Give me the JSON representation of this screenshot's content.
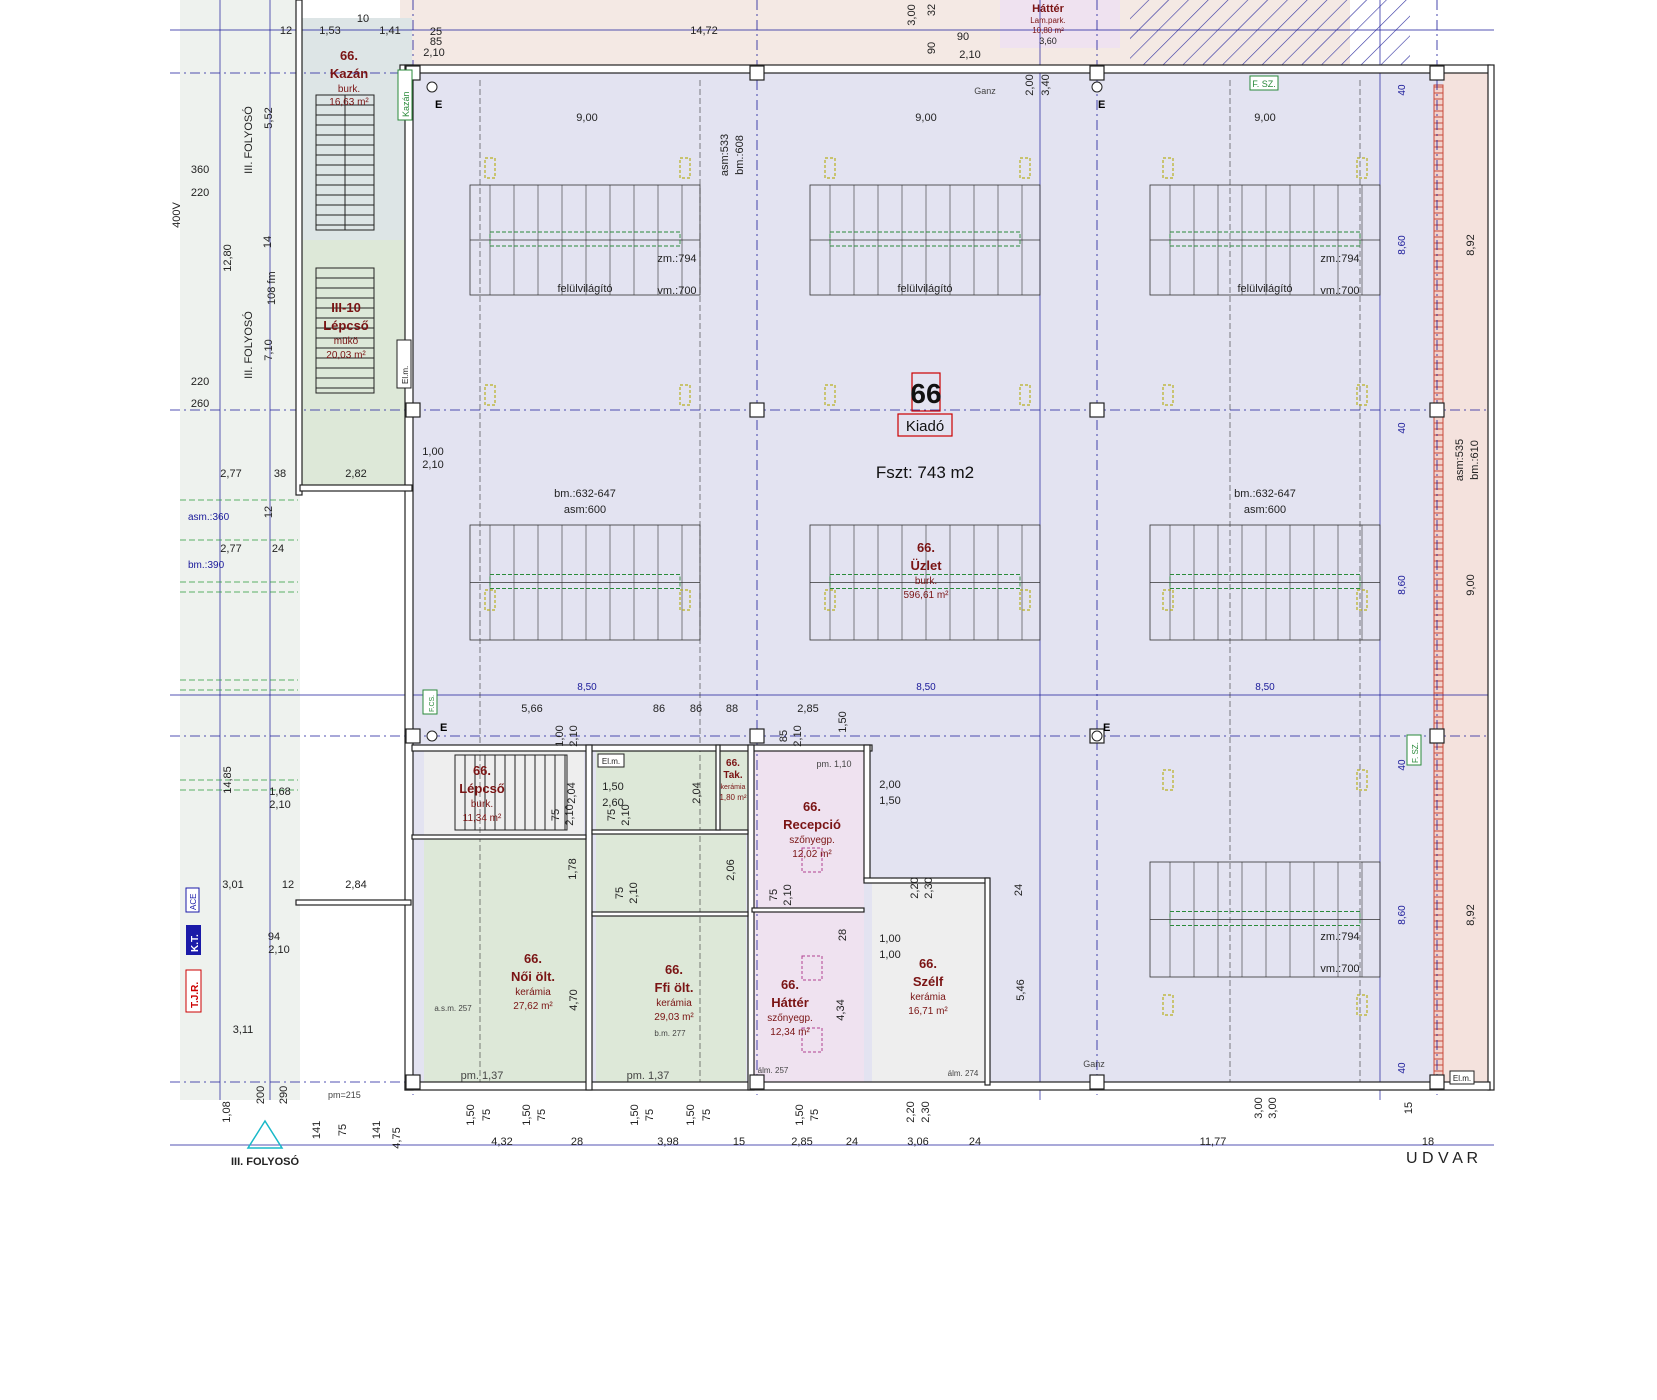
{
  "colors": {
    "main_hall": "#e3e3f1",
    "green_rooms": "#dde8d8",
    "pink_rooms": "#efe2f0",
    "corridor": "#eef2ee",
    "top_strip": "#f4e9e4",
    "grid_line": "#1a1a9a",
    "room_text": "#7a1414",
    "right_strip": "#f4e2dd",
    "hatch": "#3030a0"
  },
  "unit": {
    "number": "66",
    "status": "Kiadó",
    "area": "Fszt: 743 m2"
  },
  "rooms": {
    "kazan": {
      "num": "66.",
      "name": "Kazán",
      "floor": "burk.",
      "area": "16,63 m²"
    },
    "lepcso_upper": {
      "num": "III-10",
      "name": "Lépcső",
      "floor": "mükö",
      "area": "20,03 m²"
    },
    "uzlet": {
      "num": "66.",
      "name": "Üzlet",
      "floor": "burk.",
      "area": "596,61 m²"
    },
    "lepcso_lower": {
      "num": "66.",
      "name": "Lépcső",
      "floor": "burk.",
      "area": "11,34 m²"
    },
    "tak": {
      "num": "66.",
      "name": "Tak.",
      "floor": "kerámia",
      "area": "1,80 m²"
    },
    "recepcio": {
      "num": "66.",
      "name": "Recepció",
      "floor": "szőnyegp.",
      "area": "12,02 m²"
    },
    "noi": {
      "num": "66.",
      "name": "Női ölt.",
      "floor": "kerámia",
      "area": "27,62 m²"
    },
    "ffi": {
      "num": "66.",
      "name": "Ffi ölt.",
      "floor": "kerámia",
      "area": "29,03 m²"
    },
    "hatter_lower": {
      "num": "66.",
      "name": "Háttér",
      "floor": "szőnyegp.",
      "area": "12,34 m²"
    },
    "szelf": {
      "num": "66.",
      "name": "Szélf",
      "floor": "kerámia",
      "area": "16,71 m²"
    },
    "hatter_top": {
      "name": "Háttér",
      "floor": "Lam.park.",
      "area": "10,80 m²",
      "extra": "3,60"
    }
  },
  "corridors": {
    "left_upper": "III. FOLYOSÓ",
    "left_lower": "III. FOLYOSÓ",
    "bottom": "III. FOLYOSÓ"
  },
  "courtyard": "U D V A R",
  "labels": {
    "skylight": "felülvilágító",
    "zm": "zm.:794",
    "vm": "vm.:700",
    "bm_range": "bm.:632-647",
    "asm600": "asm:600",
    "asm533": "asm:533",
    "bm608": "bm.:608",
    "asm535": "asm:535",
    "bm610": "bm.:610",
    "ganz": "Ganz",
    "fsz": "F. SZ.",
    "elm": "El.m.",
    "e_marker": "E",
    "asm360": "asm.:360",
    "bm390": "bm.:390",
    "pm215": "pm=215",
    "kazan_tag": "Kazán",
    "kt": "K.T.",
    "tjr": "T.J.R.",
    "ace": "ACE",
    "fm108": "108 fm",
    "pm137": "pm. 1,37",
    "pm110": "pm. 1,10",
    "asm257": "a.s.m. 257",
    "bm277": "b.m. 277",
    "alm257": "álm. 257",
    "alm274": "álm. 274",
    "fcs": "F.CS."
  },
  "dims_top": {
    "d_12": "12",
    "d_153": "1,53",
    "d_10": "10",
    "d_141": "1,41",
    "d_25": "25",
    "d_85": "85",
    "d_210": "2,10",
    "d_1472": "14,72",
    "d_300": "3,00",
    "d_32": "32",
    "d_90": "90",
    "d_210b": "2,10",
    "d_90b": "90",
    "d_200": "2,00",
    "d_340": "3,40",
    "span1": "9,00",
    "span2": "9,00",
    "span3": "9,00"
  },
  "dims_mid": {
    "s1": "8,50",
    "s2": "8,50",
    "s3": "8,50",
    "d_566": "5,66",
    "d_86a": "86",
    "d_86b": "86",
    "d_88": "88",
    "d_285": "2,85",
    "d_100": "1,00",
    "d_210": "2,10",
    "d_85": "85",
    "d_210c": "2,10",
    "d_150": "1,50"
  },
  "dims_left": {
    "d_360": "360",
    "d_220": "220",
    "d_1280": "12,80",
    "d_552": "5,52",
    "d_710": "7,10",
    "d_220b": "220",
    "d_260": "260",
    "d_277": "2,77",
    "d_38": "38",
    "d_282": "2,82",
    "d_277b": "2,77",
    "d_24": "24",
    "d_1485": "14,85",
    "d_168": "1,68",
    "d_210": "2,10",
    "d_301": "3,01",
    "d_12": "12",
    "d_284": "2,84",
    "d_94": "94",
    "d_210b": "2,10",
    "d_311": "3,11",
    "d_108": "1,08",
    "d_200": "200",
    "d_290": "290",
    "d_400": "400V",
    "d_100": "1,00",
    "d_210c": "2,10",
    "d_14": "14",
    "d_12b": "12"
  },
  "dims_bottom": {
    "b_432": "4,32",
    "b_28": "28",
    "b_398": "3,98",
    "b_15": "15",
    "b_285": "2,85",
    "b_24": "24",
    "b_306": "3,06",
    "b_24b": "24",
    "b_1177": "11,77",
    "b_18": "18",
    "v_141": "141",
    "v_75": "75",
    "v_141b": "141",
    "v_475": "4,75",
    "v_150a": "1,50",
    "v_75a": "75",
    "v_150b": "1,50",
    "v_75b": "75",
    "v_150c": "1,50",
    "v_75c": "75",
    "v_150d": "1,50",
    "v_75d": "75",
    "v_150e": "1,50",
    "v_75e": "75",
    "v_220": "2,20",
    "v_230": "2,30",
    "v_300": "3,00",
    "v_300b": "3,00",
    "v_15": "15"
  },
  "dims_right": {
    "r_892": "8,92",
    "r_900": "9,00",
    "r_892b": "8,92",
    "r_860a": "8,60",
    "r_860b": "8,60",
    "r_860c": "8,60",
    "r_40a": "40",
    "r_40b": "40",
    "r_40c": "40",
    "r_40d": "40"
  },
  "dims_rooms": {
    "e_150": "1,50",
    "e_260": "2,60",
    "e_204a": "2,04",
    "e_204b": "2,04",
    "e_75a": "75",
    "e_210a": "2,10",
    "e_75b": "75",
    "e_210b": "2,10",
    "e_178": "1,78",
    "e_206": "2,06",
    "e_210c": "2,10",
    "e_75c": "75",
    "e_470": "4,70",
    "e_434": "4,34",
    "e_546": "5,46",
    "e_24": "24",
    "e_200": "2,00",
    "e_150b": "1,50",
    "e_100": "1,00",
    "e_100b": "1,00",
    "e_220": "2,20",
    "e_230": "2,30",
    "e_28": "28",
    "e_75d": "75",
    "e_210d": "2,10"
  }
}
